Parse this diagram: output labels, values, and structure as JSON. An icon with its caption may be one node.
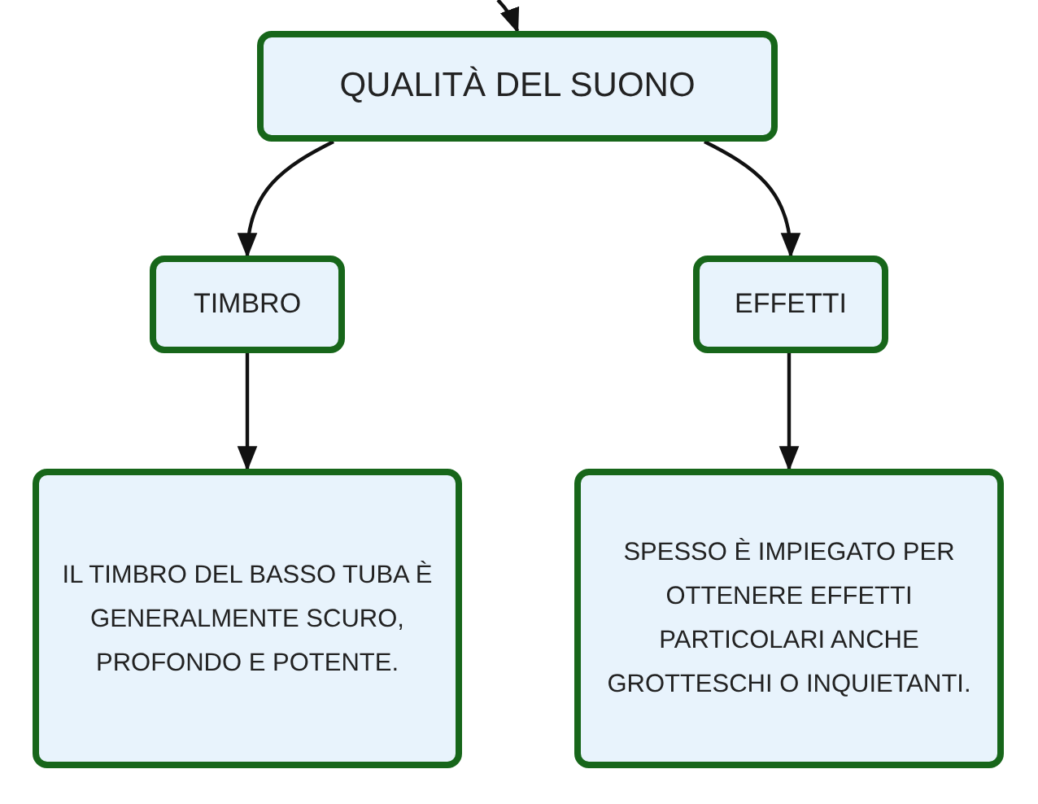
{
  "diagram": {
    "nodes": [
      {
        "text": [
          "QUALITÀ DEL SUONO"
        ]
      },
      {
        "text": [
          "TIMBRO"
        ]
      },
      {
        "text": [
          "EFFETTI"
        ]
      },
      {
        "text": [
          "IL TIMBRO DEL BASSO TUBA È GENERALMENTE SCURO, PROFONDO E POTENTE."
        ]
      },
      {
        "text": [
          "SPESSO È IMPIEGATO PER OTTENERE EFFETTI PARTICOLARI ANCHE GROTTESCHI O INQUIETANTI."
        ]
      }
    ],
    "edges": [
      {
        "from": null,
        "to": 0,
        "arrow": "to"
      },
      {
        "from": 0,
        "to": 1,
        "arrow": "to"
      },
      {
        "from": 0,
        "to": 2,
        "arrow": "to"
      },
      {
        "from": 1,
        "to": 3,
        "arrow": "to"
      },
      {
        "from": 2,
        "to": 4,
        "arrow": "to"
      }
    ]
  }
}
